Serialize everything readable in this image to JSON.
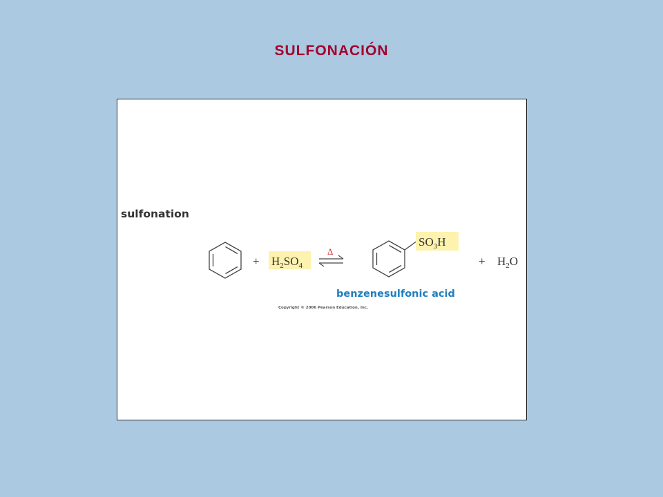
{
  "slide": {
    "title": "SULFONACIÓN"
  },
  "figure": {
    "reaction_label": "sulfonation",
    "plus_1": "+",
    "reagent": {
      "main": "H",
      "sub1": "2",
      "mid": "SO",
      "sub2": "4"
    },
    "condition": "Δ",
    "product_group": {
      "main": "SO",
      "sub": "3",
      "end": "H"
    },
    "product_name": "benzenesulfonic acid",
    "plus_2": "+",
    "byproduct": {
      "main": "H",
      "sub": "2",
      "end": "O"
    },
    "copyright": "Copyright © 2006 Pearson Education, Inc."
  },
  "colors": {
    "background": "#abc9e1",
    "title": "#a3002f",
    "highlight": "#fdf2ae",
    "product_name": "#1f7fbf",
    "condition": "#d3323c"
  }
}
